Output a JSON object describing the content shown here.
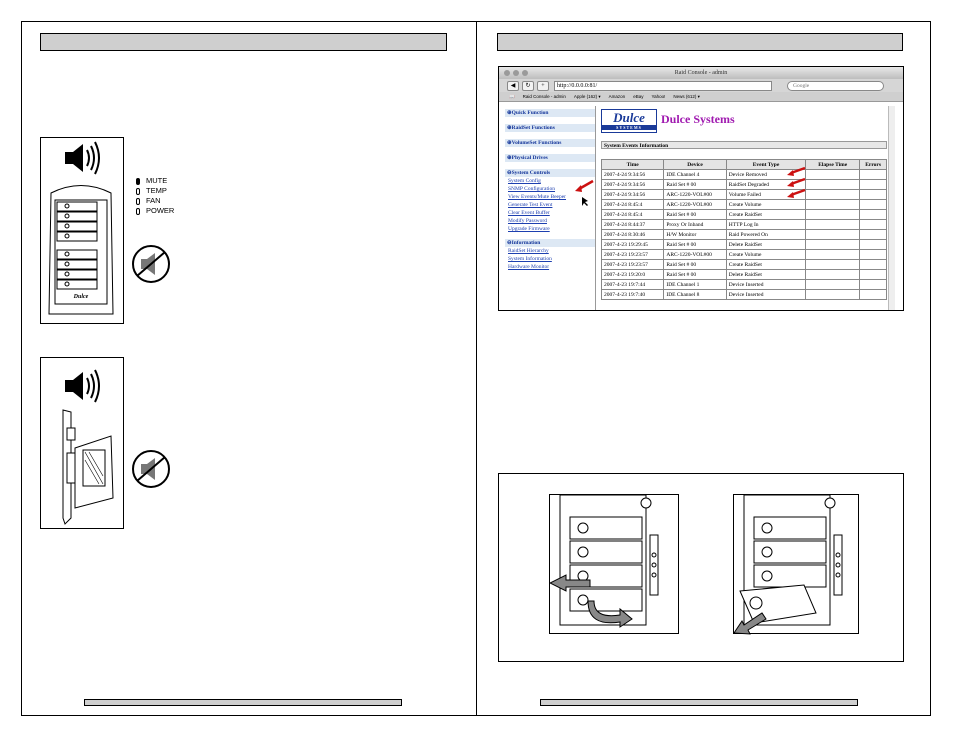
{
  "left_page": {
    "header_bar": "",
    "footer_bar": "",
    "led_legend": [
      "MUTE",
      "TEMP",
      "FAN",
      "POWER"
    ],
    "enclosure_logo": "Dulce"
  },
  "right_page": {
    "header_bar": "",
    "footer_bar": "",
    "browser": {
      "window_title": "Raid Console - admin",
      "url": "http://0.0.0.0:81/",
      "search_placeholder": "Google",
      "bookmarks": [
        "Raid Console - admin",
        "Apple (162) ▾",
        "Amazon",
        "eBay",
        "Yahoo!",
        "News (612) ▾"
      ],
      "sidebar": {
        "sections": [
          {
            "title": "⊕Quick Function",
            "links": []
          },
          {
            "title": "⊕RaidSet Functions",
            "links": []
          },
          {
            "title": "⊕VolumeSet Functions",
            "links": []
          },
          {
            "title": "⊕Physical Drives",
            "links": []
          },
          {
            "title": "⊖System Controls",
            "links": [
              "System Config",
              "SNMP Configuration",
              "View Events/Mute Beeper",
              "Generate Test Event",
              "Clear Event Buffer",
              "Modify Password",
              "Upgrade Firmware"
            ]
          },
          {
            "title": "⊖Information",
            "links": [
              "RaidSet Hierarchy",
              "System Information",
              "Hardware Monitor"
            ]
          }
        ]
      },
      "logo_text": "Dulce",
      "logo_sub": "SYSTEMS",
      "brand": "Dulce Systems",
      "section_title": "System Events Information",
      "table": {
        "headers": [
          "Time",
          "Device",
          "Event Type",
          "Elapse Time",
          "Errors"
        ],
        "rows": [
          [
            "2007-4-24 9:34:56",
            "IDE Channel 4",
            "Device Removed",
            "",
            ""
          ],
          [
            "2007-4-24 9:34:56",
            "Raid Set # 00",
            "RaidSet Degraded",
            "",
            ""
          ],
          [
            "2007-4-24 9:34:56",
            "ARC-1220-VOL#00",
            "Volume Failed",
            "",
            ""
          ],
          [
            "2007-4-24 8:45:4",
            "ARC-1220-VOL#00",
            "Create Volume",
            "",
            ""
          ],
          [
            "2007-4-24 8:45:4",
            "Raid Set # 00",
            "Create RaidSet",
            "",
            ""
          ],
          [
            "2007-4-24 8:44:37",
            "Proxy Or Inband",
            "HTTP Log In",
            "",
            ""
          ],
          [
            "2007-4-24 8:30:46",
            "H/W Monitor",
            "Raid Powered On",
            "",
            ""
          ],
          [
            "2007-4-23 19:29:45",
            "Raid Set # 00",
            "Delete RaidSet",
            "",
            ""
          ],
          [
            "2007-4-23 19:23:57",
            "ARC-1220-VOL#00",
            "Create Volume",
            "",
            ""
          ],
          [
            "2007-4-23 19:23:57",
            "Raid Set # 00",
            "Create RaidSet",
            "",
            ""
          ],
          [
            "2007-4-23 19:20:0",
            "Raid Set # 00",
            "Delete RaidSet",
            "",
            ""
          ],
          [
            "2007-4-23 19:7:44",
            "IDE Channel 1",
            "Device Inserted",
            "",
            ""
          ],
          [
            "2007-4-23 19:7:40",
            "IDE Channel 8",
            "Device Inserted",
            "",
            ""
          ]
        ]
      }
    }
  },
  "colors": {
    "bar": "#cfcfcf",
    "brand": "#a01ab0",
    "link": "#1d3fb0",
    "arrow": "#cc1111"
  }
}
